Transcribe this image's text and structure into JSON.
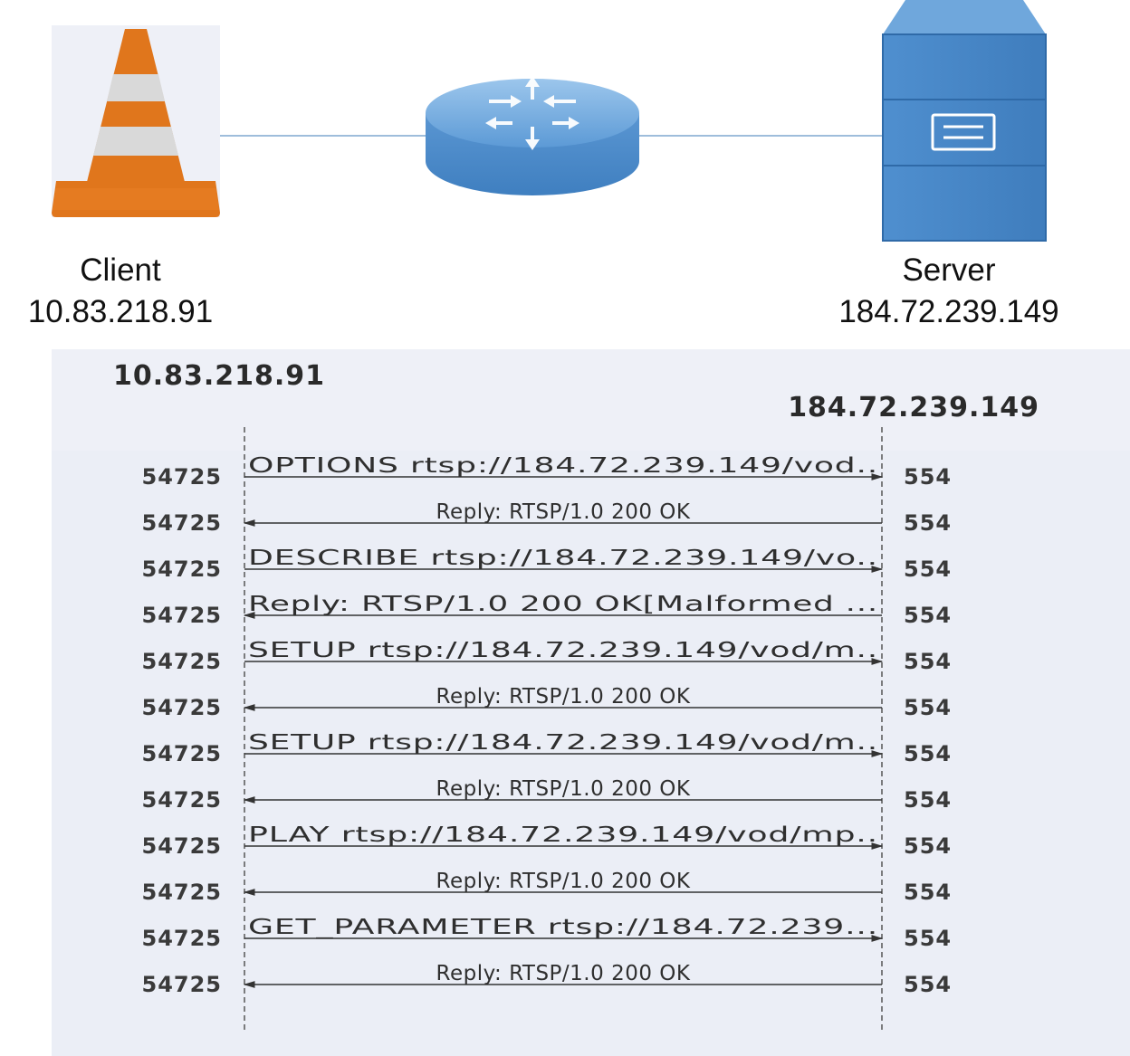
{
  "topology": {
    "client": {
      "name": "Client",
      "ip": "10.83.218.91"
    },
    "router": {
      "name": "router"
    },
    "server": {
      "name": "Server",
      "ip": "184.72.239.149"
    }
  },
  "flow": {
    "client_host": "10.83.218.91",
    "server_host": "184.72.239.149",
    "client_port": "54725",
    "server_port": "554",
    "messages": [
      {
        "text": "OPTIONS rtsp://184.72.239.149/vod..",
        "direction": "request"
      },
      {
        "text": "Reply: RTSP/1.0 200 OK",
        "direction": "reply"
      },
      {
        "text": "DESCRIBE rtsp://184.72.239.149/vo..",
        "direction": "request"
      },
      {
        "text": "Reply: RTSP/1.0 200 OK[Malformed ...",
        "direction": "reply"
      },
      {
        "text": "SETUP rtsp://184.72.239.149/vod/m..",
        "direction": "request"
      },
      {
        "text": "Reply: RTSP/1.0 200 OK",
        "direction": "reply"
      },
      {
        "text": "SETUP rtsp://184.72.239.149/vod/m..",
        "direction": "request"
      },
      {
        "text": "Reply: RTSP/1.0 200 OK",
        "direction": "reply"
      },
      {
        "text": "PLAY rtsp://184.72.239.149/vod/mp..",
        "direction": "request"
      },
      {
        "text": "Reply: RTSP/1.0 200 OK",
        "direction": "reply"
      },
      {
        "text": "GET_PARAMETER rtsp://184.72.239...",
        "direction": "request"
      },
      {
        "text": "Reply: RTSP/1.0 200 OK",
        "direction": "reply"
      }
    ]
  },
  "colors": {
    "cone_orange": "#e0761c",
    "cone_white": "#d9d9d9",
    "router_blue": "#5b9bd5",
    "server_blue": "#4a8ccc",
    "link_line": "#7fa7cf",
    "panel_bg": "#eef0f7"
  }
}
